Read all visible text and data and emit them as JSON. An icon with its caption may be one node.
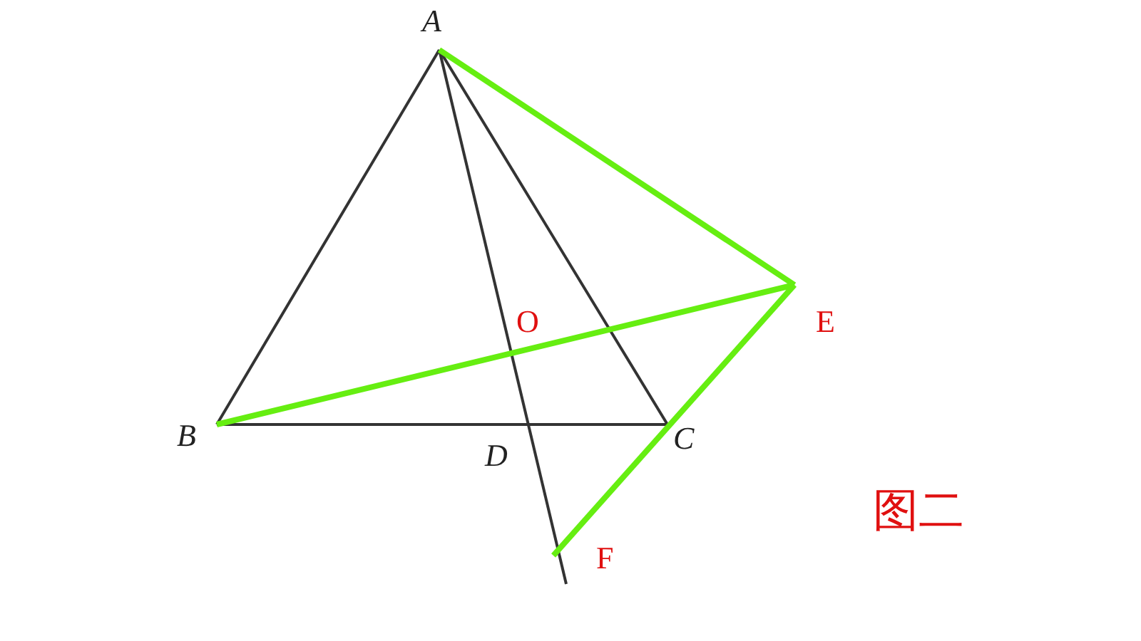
{
  "diagram": {
    "nodes": [
      {
        "text": [
          "A"
        ]
      },
      {
        "text": [
          "B"
        ]
      },
      {
        "text": [
          "C"
        ]
      },
      {
        "text": [
          "D"
        ]
      },
      {
        "text": [
          "O"
        ]
      },
      {
        "text": [
          "E"
        ]
      },
      {
        "text": [
          "F"
        ]
      }
    ],
    "edges": [
      {
        "from": 0,
        "to": 1,
        "arrow": "none"
      },
      {
        "from": 0,
        "to": 2,
        "arrow": "none"
      },
      {
        "from": 1,
        "to": 2,
        "arrow": "none"
      },
      {
        "from": 0,
        "to": 6,
        "arrow": "none"
      },
      {
        "from": 0,
        "to": 5,
        "arrow": "none",
        "color": "#66ee11",
        "style": "thick"
      },
      {
        "from": 1,
        "to": 5,
        "arrow": "none",
        "color": "#66ee11",
        "style": "thick"
      },
      {
        "from": 5,
        "to": 6,
        "arrow": "none",
        "color": "#66ee11",
        "style": "thick"
      }
    ],
    "labels": [
      "图二"
    ]
  }
}
